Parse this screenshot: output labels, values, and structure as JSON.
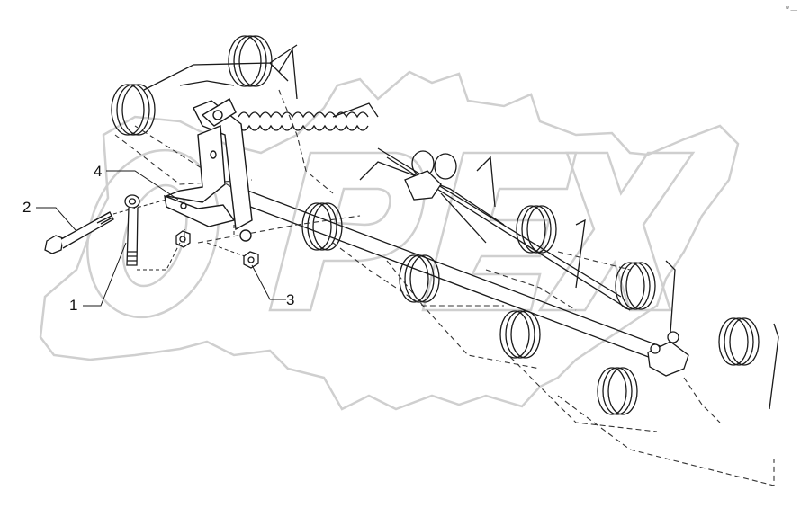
{
  "watermark": {
    "text": "OPEX",
    "color": "#d6d6d6"
  },
  "callouts": [
    {
      "id": "1",
      "label": "1"
    },
    {
      "id": "2",
      "label": "2"
    },
    {
      "id": "3",
      "label": "3"
    },
    {
      "id": "4",
      "label": "4"
    }
  ],
  "corner_mark": "w ___",
  "colors": {
    "line": "#1a1a1a",
    "dash": "#333333",
    "background": "#ffffff"
  }
}
